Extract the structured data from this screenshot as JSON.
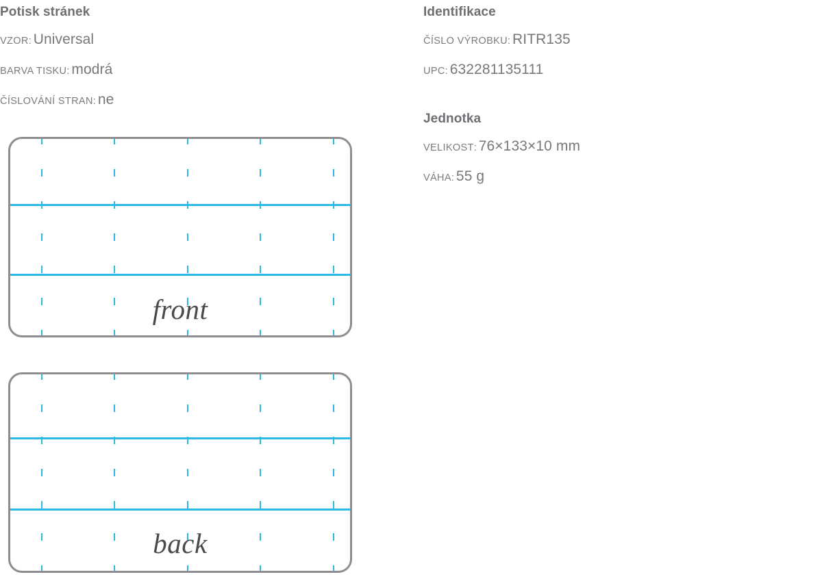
{
  "left_column": {
    "title": "Potisk stránek",
    "specs": [
      {
        "label": "VZOR",
        "value": "Universal"
      },
      {
        "label": "BARVA TISKU",
        "value": "modrá"
      },
      {
        "label": "ČÍSLOVÁNÍ STRAN",
        "value": "ne"
      }
    ]
  },
  "right_column": {
    "groups": [
      {
        "title": "Identifikace",
        "specs": [
          {
            "label": "ČÍSLO VÝROBKU",
            "value": "RITR135"
          },
          {
            "label": "UPC",
            "value": "632281135111"
          }
        ]
      },
      {
        "title": "Jednotka",
        "specs": [
          {
            "label": "VELIKOST",
            "value": "76×133×10 mm"
          },
          {
            "label": "VÁHA",
            "value": "55 g"
          }
        ]
      }
    ]
  },
  "page_previews": {
    "separator": ":",
    "ruling": {
      "pattern_name": "Universal",
      "ink_color": "#29b8e8",
      "card_border_color": "#8d8d90",
      "vertical_dash_count": 5,
      "vertical_dash_x": [
        45,
        151,
        258,
        364,
        471
      ],
      "horizontal_rule_count": 2,
      "front_rule_y": [
        95,
        197
      ],
      "back_rule_y": [
        92,
        196
      ]
    },
    "cards": [
      {
        "caption": "front"
      },
      {
        "caption": "back"
      }
    ]
  }
}
